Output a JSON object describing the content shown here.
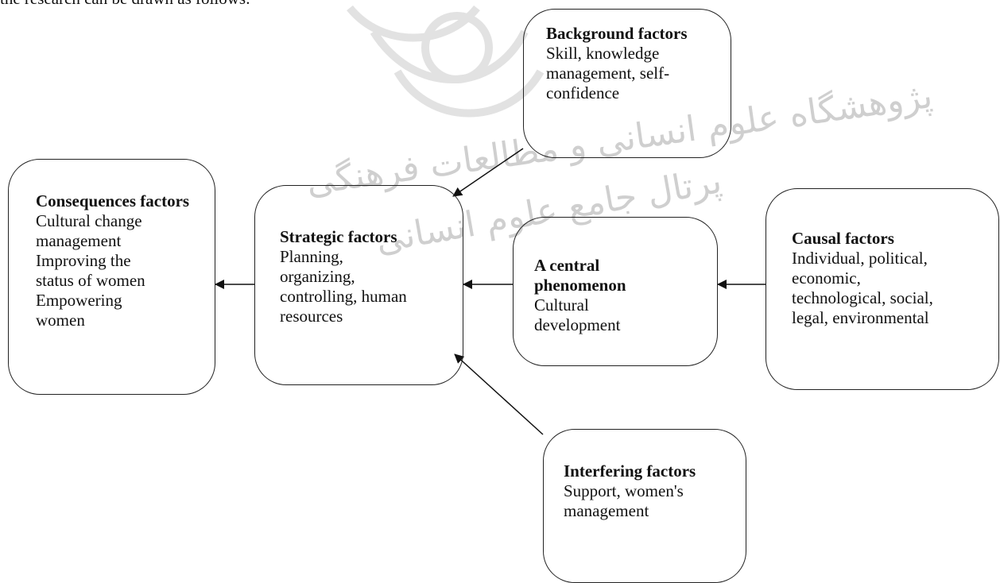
{
  "intro_text": "the research can be drawn as follows:",
  "watermark": {
    "line1": "پژوهشگاه علوم انسانی و مطالعات فرهنگی",
    "line2": "پرتال جامع علوم انسانی"
  },
  "boxes": {
    "consequences": {
      "title": "Consequences factors",
      "lines": [
        "Cultural change",
        "management",
        "Improving the",
        "status of women",
        "Empowering",
        "women"
      ]
    },
    "strategic": {
      "title": "Strategic factors",
      "lines": [
        "Planning,",
        "organizing,",
        "controlling, human",
        "resources"
      ]
    },
    "central": {
      "title": "A central phenomenon",
      "lines": [
        "Cultural",
        "development"
      ]
    },
    "causal": {
      "title": "Causal factors",
      "lines": [
        "Individual, political,",
        "economic,",
        "technological, social,",
        "legal, environmental"
      ]
    },
    "background": {
      "title": "Background factors",
      "lines": [
        "Skill, knowledge",
        "management, self-",
        "confidence"
      ]
    },
    "interfering": {
      "title": "Interfering factors",
      "lines": [
        "Support, women's",
        "management"
      ]
    }
  },
  "colors": {
    "border": "#222222",
    "text": "#111111",
    "watermark": "#cfcfcf"
  }
}
